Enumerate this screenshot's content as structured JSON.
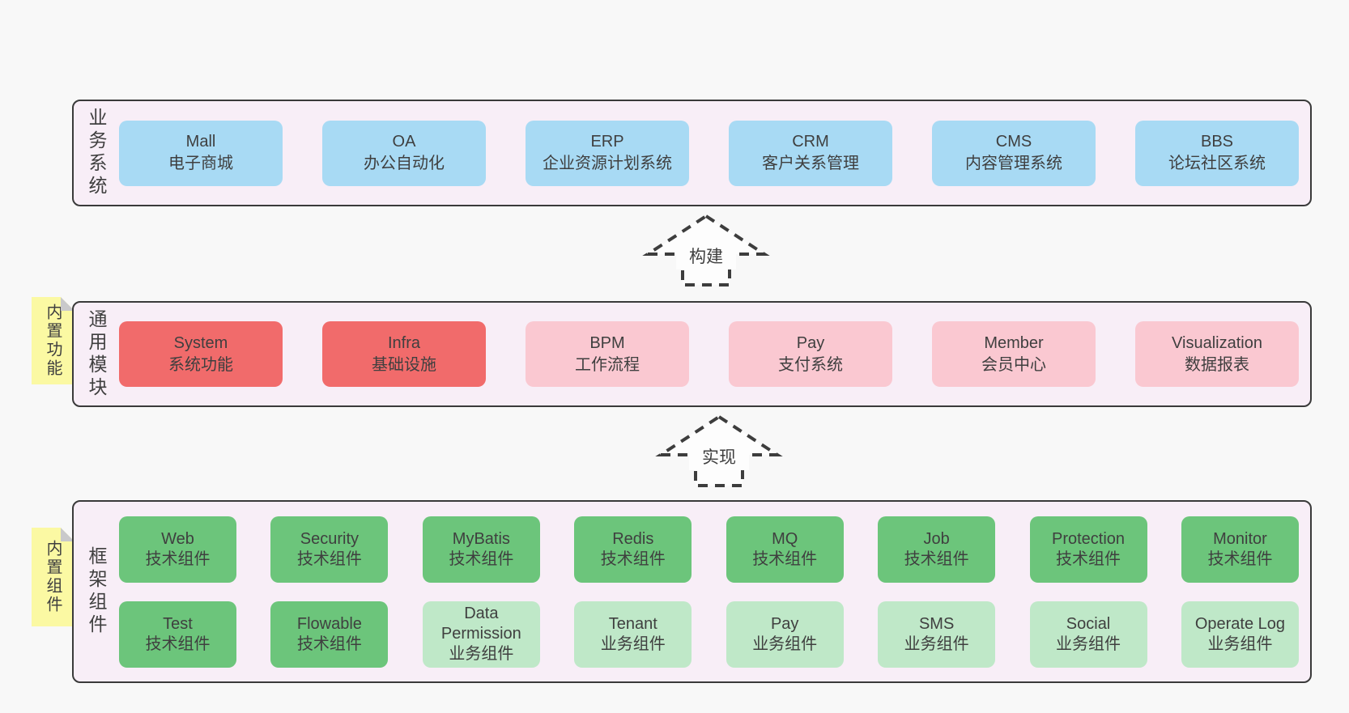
{
  "page": {
    "background": "#f8f8f8"
  },
  "colors": {
    "band_bg": "#f8eef7",
    "band_border": "#3a3a3a",
    "blue": "#a8daf4",
    "red": "#f16b6b",
    "pink": "#fac8d1",
    "green": "#6cc57b",
    "green_light": "#bfe8c8",
    "sticky": "#fbf9a3",
    "sticky_fold": "#c9c9cb",
    "text": "#3f3f3f",
    "arrow": "#3d3d3d"
  },
  "arrows": [
    {
      "label": "构建"
    },
    {
      "label": "实现"
    }
  ],
  "bands": [
    {
      "label": "业务系统",
      "boxes": [
        {
          "en": "Mall",
          "cn": "电子商城",
          "type": "blue"
        },
        {
          "en": "OA",
          "cn": "办公自动化",
          "type": "blue"
        },
        {
          "en": "ERP",
          "cn": "企业资源计划系统",
          "type": "blue"
        },
        {
          "en": "CRM",
          "cn": "客户关系管理",
          "type": "blue"
        },
        {
          "en": "CMS",
          "cn": "内容管理系统",
          "type": "blue"
        },
        {
          "en": "BBS",
          "cn": "论坛社区系统",
          "type": "blue"
        }
      ]
    },
    {
      "label": "通用模块",
      "sticky": "内置功能",
      "boxes": [
        {
          "en": "System",
          "cn": "系统功能",
          "type": "red"
        },
        {
          "en": "Infra",
          "cn": "基础设施",
          "type": "red"
        },
        {
          "en": "BPM",
          "cn": "工作流程",
          "type": "pink"
        },
        {
          "en": "Pay",
          "cn": "支付系统",
          "type": "pink"
        },
        {
          "en": "Member",
          "cn": "会员中心",
          "type": "pink"
        },
        {
          "en": "Visualization",
          "cn": "数据报表",
          "type": "pink"
        }
      ]
    },
    {
      "label": "框架组件",
      "sticky": "内置组件",
      "rows": [
        [
          {
            "en": "Web",
            "cn": "技术组件",
            "type": "green"
          },
          {
            "en": "Security",
            "cn": "技术组件",
            "type": "green"
          },
          {
            "en": "MyBatis",
            "cn": "技术组件",
            "type": "green"
          },
          {
            "en": "Redis",
            "cn": "技术组件",
            "type": "green"
          },
          {
            "en": "MQ",
            "cn": "技术组件",
            "type": "green"
          },
          {
            "en": "Job",
            "cn": "技术组件",
            "type": "green"
          },
          {
            "en": "Protection",
            "cn": "技术组件",
            "type": "green"
          },
          {
            "en": "Monitor",
            "cn": "技术组件",
            "type": "green"
          }
        ],
        [
          {
            "en": "Test",
            "cn": "技术组件",
            "type": "green"
          },
          {
            "en": "Flowable",
            "cn": "技术组件",
            "type": "green"
          },
          {
            "en": "Data Permission",
            "cn": "业务组件",
            "type": "green-light"
          },
          {
            "en": "Tenant",
            "cn": "业务组件",
            "type": "green-light"
          },
          {
            "en": "Pay",
            "cn": "业务组件",
            "type": "green-light"
          },
          {
            "en": "SMS",
            "cn": "业务组件",
            "type": "green-light"
          },
          {
            "en": "Social",
            "cn": "业务组件",
            "type": "green-light"
          },
          {
            "en": "Operate Log",
            "cn": "业务组件",
            "type": "green-light"
          }
        ]
      ]
    }
  ]
}
